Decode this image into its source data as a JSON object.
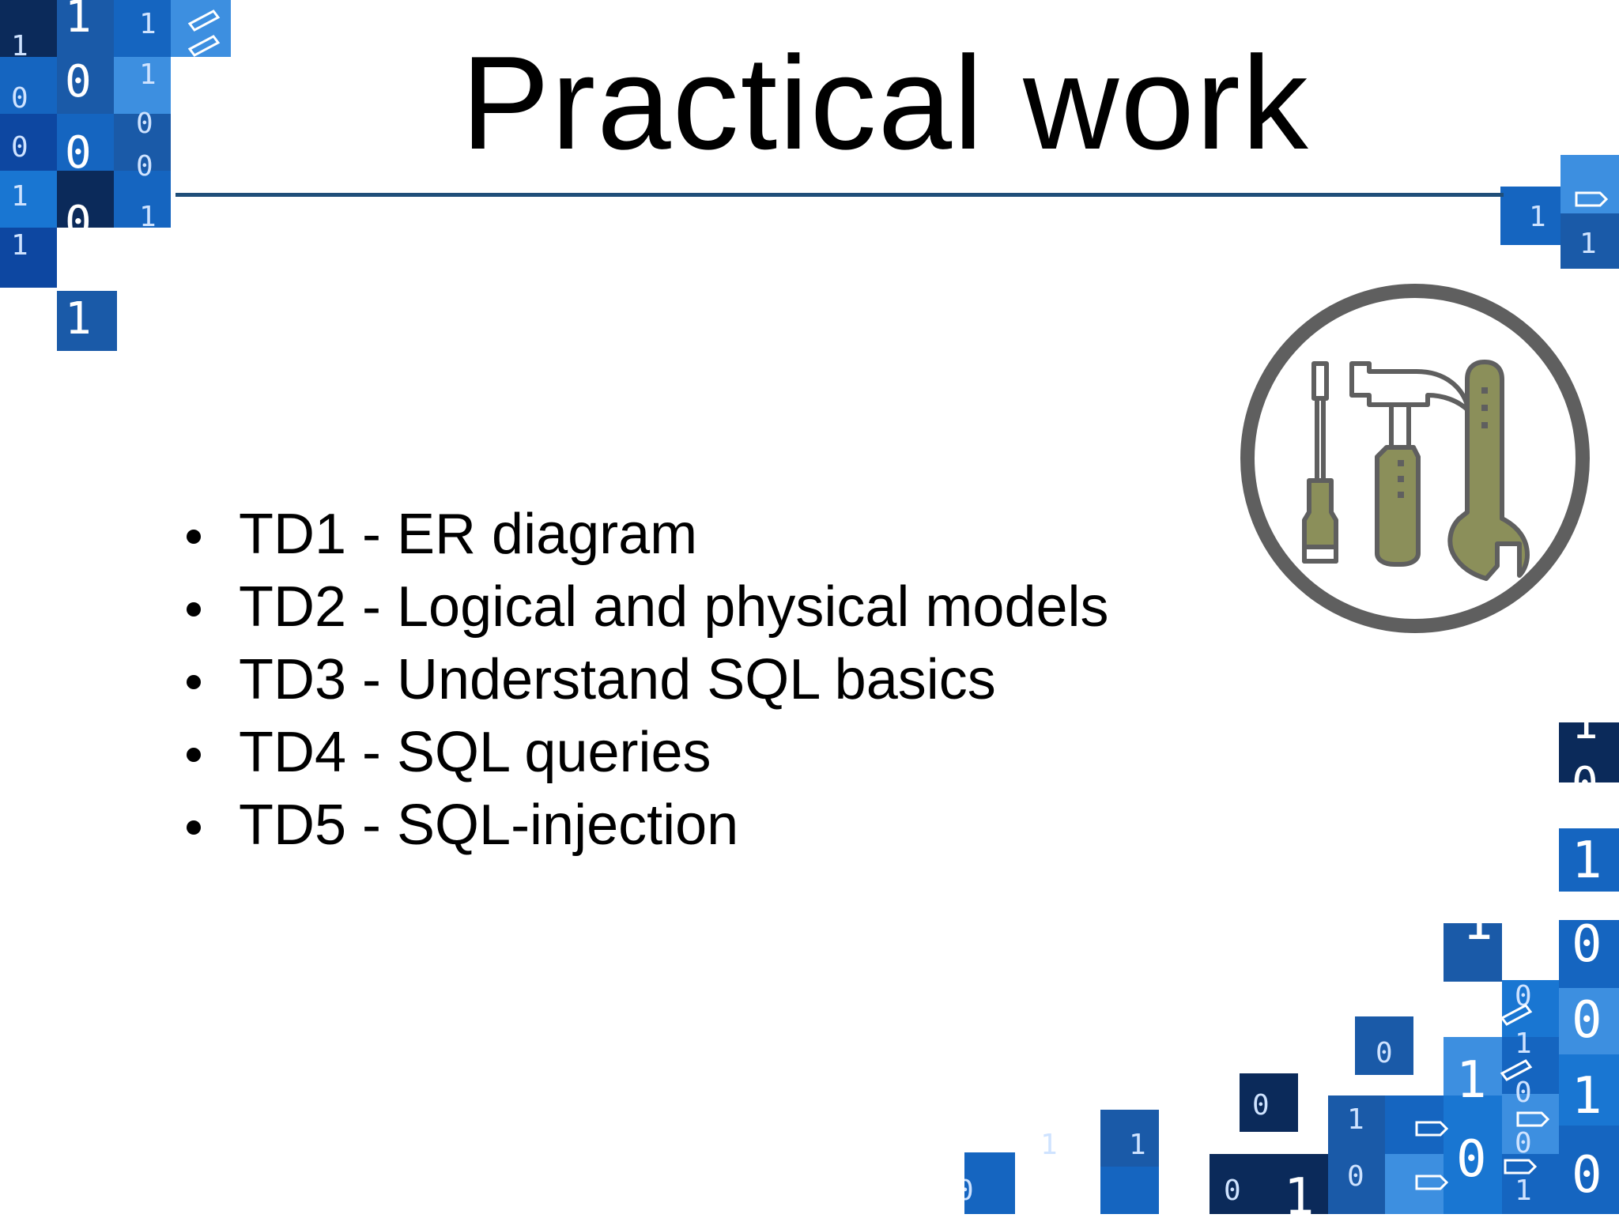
{
  "slide": {
    "title": "Practical work",
    "bullets": [
      "TD1 - ER diagram",
      "TD2 - Logical and physical models",
      "TD3 - Understand SQL basics",
      "TD4 - SQL queries",
      "TD5 - SQL-injection"
    ],
    "icon": "tools-icon",
    "decoration": "binary-pattern",
    "colors": {
      "divider": "#1f4e79",
      "icon_ring": "#5f5f5f",
      "icon_fill": "#8b8f5a",
      "tile_dark": "#0b2a5a",
      "tile_mid": "#1565c0",
      "tile_light": "#3d8fe0"
    }
  }
}
